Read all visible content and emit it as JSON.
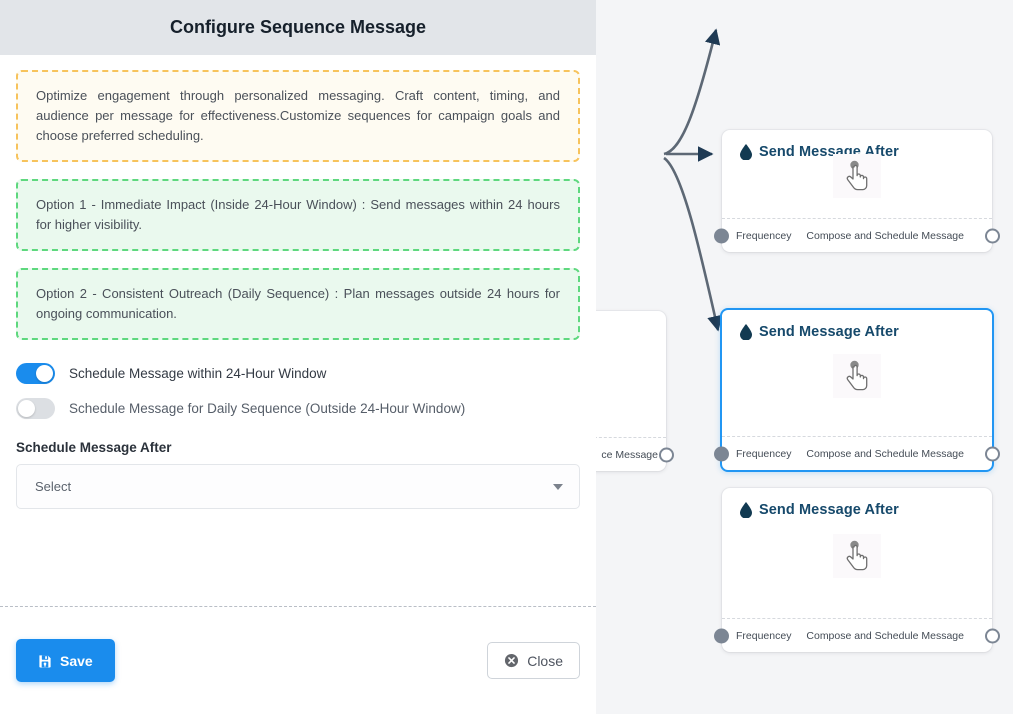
{
  "modal": {
    "title": "Configure Sequence Message",
    "callouts": [
      {
        "kind": "warn",
        "text": "Optimize engagement through personalized messaging. Craft content, timing, and audience per message for effectiveness.Customize sequences for campaign goals and choose preferred scheduling."
      },
      {
        "kind": "ok",
        "text": "Option 1 - Immediate Impact (Inside 24-Hour Window) : Send messages within 24 hours for higher visibility."
      },
      {
        "kind": "ok",
        "text": "Option 2 - Consistent Outreach (Daily Sequence) : Plan messages outside 24 hours for ongoing communication."
      }
    ],
    "toggles": [
      {
        "label": "Schedule Message within 24-Hour Window",
        "state": "on"
      },
      {
        "label": "Schedule Message for Daily Sequence (Outside 24-Hour Window)",
        "state": "off"
      }
    ],
    "field": {
      "label": "Schedule Message After",
      "value": "Select",
      "placeholder": "Select"
    },
    "footer": {
      "save_label": "Save",
      "save_icon": "save-icon",
      "close_label": "Close",
      "close_icon": "close-circle-icon"
    }
  },
  "canvas": {
    "background": "#f4f5f7",
    "accent": "#2196f3",
    "nodes": [
      {
        "title": "Send Message After",
        "icon": "water-drop-icon",
        "body_icon": "hand-pointer-icon",
        "input_label": "Frequencey",
        "output_label": "Compose and Schedule Message",
        "selected": false
      },
      {
        "title": "Send Message After",
        "icon": "water-drop-icon",
        "body_icon": "hand-pointer-icon",
        "input_label": "Frequencey",
        "output_label": "Compose and Schedule Message",
        "selected": true
      },
      {
        "title": "Send Message After",
        "icon": "water-drop-icon",
        "body_icon": "hand-pointer-icon",
        "input_label": "Frequencey",
        "output_label": "Compose and Schedule Message",
        "selected": false
      }
    ],
    "partial_node": {
      "output_label": "ce Message"
    }
  }
}
